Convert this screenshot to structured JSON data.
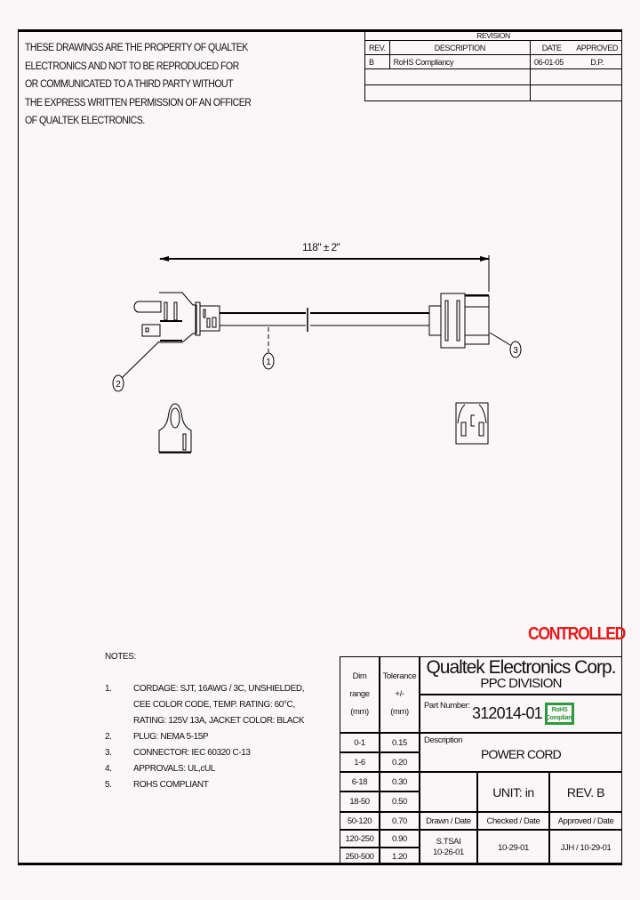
{
  "disclaimer": {
    "lines": [
      "THESE DRAWINGS ARE THE PROPERTY OF QUALTEK",
      "ELECTRONICS AND NOT TO BE REPRODUCED FOR",
      "OR COMMUNICATED TO A THIRD PARTY WITHOUT",
      "THE EXPRESS WRITTEN PERMISSION OF AN OFFICER",
      "OF QUALTEK ELECTRONICS."
    ]
  },
  "revision_table": {
    "title": "REVISION",
    "headers": [
      "REV.",
      "DESCRIPTION",
      "DATE",
      "APPROVED"
    ],
    "rows": [
      [
        "B",
        "RoHS Compliancy",
        "06-01-05",
        "D.P."
      ],
      [
        "",
        "",
        "",
        ""
      ],
      [
        "",
        "",
        "",
        ""
      ]
    ]
  },
  "drawing": {
    "dimension_label": "118\" ± 2\"",
    "callouts": [
      "1",
      "2",
      "3"
    ],
    "line_color": "#000000"
  },
  "controlled_stamp": {
    "text": "CONTROLLED",
    "color": "#e21b1b"
  },
  "notes": {
    "title": "NOTES:",
    "items": [
      {
        "num": "1.",
        "lines": [
          "CORDAGE: SJT, 16AWG / 3C, UNSHIELDED,",
          "CEE COLOR CODE, TEMP. RATING: 60°C,",
          "RATING: 125V 13A, JACKET COLOR: BLACK"
        ]
      },
      {
        "num": "2.",
        "lines": [
          "PLUG: NEMA 5-15P"
        ]
      },
      {
        "num": "3.",
        "lines": [
          "CONNECTOR: IEC 60320 C-13"
        ]
      },
      {
        "num": "4.",
        "lines": [
          "APPROVALS: UL,cUL"
        ]
      },
      {
        "num": "5.",
        "lines": [
          "ROHS COMPLIANT"
        ]
      }
    ]
  },
  "title_block": {
    "company": "Qualtek Electronics Corp.",
    "division": "PPC DIVISION",
    "part_number_label": "Part Number:",
    "part_number": "312014-01",
    "rohs_badge": {
      "line1": "RoHS",
      "line2": "Compliant",
      "color": "#2e9a3e"
    },
    "description_label": "Description",
    "description": "POWER CORD",
    "unit": "UNIT: in",
    "rev": "REV.  B",
    "dim_header": [
      "Dim",
      "range",
      "(mm)"
    ],
    "tol_header": [
      "Tolerance",
      "+/-",
      "(mm)"
    ],
    "tolerances": [
      {
        "range": "0-1",
        "tol": "0.15"
      },
      {
        "range": "1-6",
        "tol": "0.20"
      },
      {
        "range": "6-18",
        "tol": "0.30"
      },
      {
        "range": "18-50",
        "tol": "0.50"
      },
      {
        "range": "50-120",
        "tol": "0.70"
      },
      {
        "range": "120-250",
        "tol": "0.90"
      },
      {
        "range": "250-500",
        "tol": "1.20"
      }
    ],
    "drawn_label": "Drawn / Date",
    "checked_label": "Checked / Date",
    "approved_label": "Approved / Date",
    "drawn_by": "S.TSAI",
    "drawn_date": "10-26-01",
    "checked": "10-29-01",
    "approved": "JJH / 10-29-01"
  }
}
